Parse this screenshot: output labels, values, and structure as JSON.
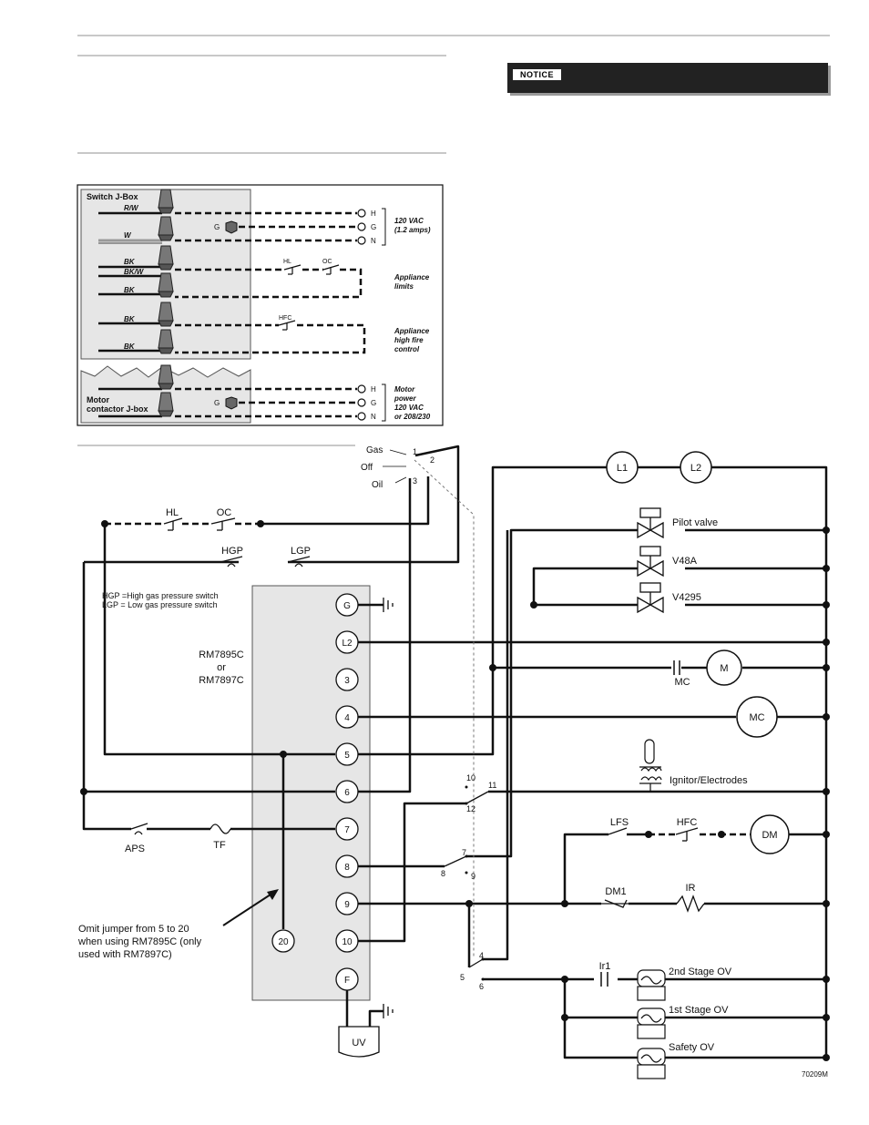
{
  "notice": {
    "label": "NOTICE"
  },
  "jbox": {
    "switch_box_title": "Switch J-Box",
    "motor_box_title_1": "Motor",
    "motor_box_title_2": "contactor J-box",
    "wires": [
      "R/W",
      "W",
      "BK",
      "BK/W",
      "BK",
      "BK",
      "BK"
    ],
    "ground_label": "G",
    "terminals_top": [
      "H",
      "G",
      "N"
    ],
    "terminals_motor": [
      "H",
      "G",
      "N"
    ],
    "hl": "HL",
    "oc": "OC",
    "hfc": "HFC",
    "side_power_1": "120 VAC",
    "side_power_2": "(1.2 amps)",
    "side_limits_1": "Appliance",
    "side_limits_2": "limits",
    "side_hfc_1": "Appliance",
    "side_hfc_2": "high fire",
    "side_hfc_3": "control",
    "side_motor_1": "Motor",
    "side_motor_2": "power",
    "side_motor_3": "120 VAC",
    "side_motor_4": "or 208/230"
  },
  "ladder": {
    "selector": {
      "gas": "Gas",
      "off": "Off",
      "oil": "Oil",
      "n1": "1",
      "n2": "2",
      "n3": "3"
    },
    "l1": "L1",
    "l2": "L2",
    "hl": "HL",
    "oc": "OC",
    "hgp": "HGP",
    "lgp": "LGP",
    "note_1": "HGP =High gas pressure switch",
    "note_2": "LGP = Low gas pressure switch",
    "control_1": "RM7895C",
    "control_2": "or",
    "control_3": "RM7897C",
    "terminals": [
      "G",
      "L2",
      "3",
      "4",
      "5",
      "6",
      "7",
      "8",
      "9",
      "10",
      "F"
    ],
    "terminal_20": "20",
    "aps": "APS",
    "tf": "TF",
    "jumper_note_1": "Omit jumper from 5 to 20",
    "jumper_note_2": "when using RM7895C (only",
    "jumper_note_3": "used with RM7897C)",
    "uv": "UV",
    "pilot_valve": "Pilot valve",
    "v48a": "V48A",
    "v4295": "V4295",
    "mc": "MC",
    "m": "M",
    "mc_coil": "MC",
    "ignitor": "Ignitor/Electrodes",
    "lfs": "LFS",
    "hfc": "HFC",
    "dm": "DM",
    "dm1": "DM1",
    "ir": "IR",
    "ir1": "Ir1",
    "stage2": "2nd Stage OV",
    "stage1": "1st Stage OV",
    "safety": "Safety OV",
    "relay_10": "10",
    "relay_11": "11",
    "relay_12": "12",
    "relay_7": "7",
    "relay_8": "8",
    "relay_9": "9",
    "relay_4": "4",
    "relay_5": "5",
    "relay_6": "6",
    "figure_id": "70209M"
  }
}
